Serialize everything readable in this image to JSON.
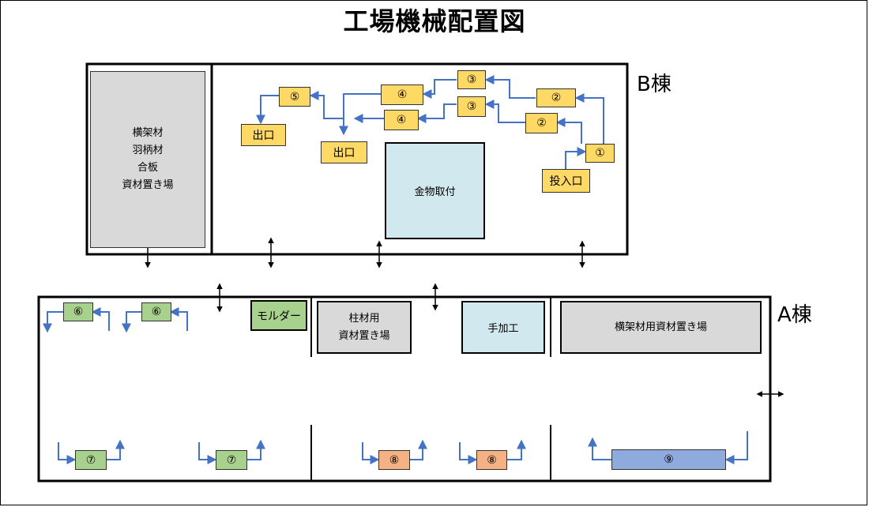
{
  "title": "工場機械配置図",
  "buildings": {
    "b": "B棟",
    "a": "A棟"
  },
  "areas": {
    "b_storage": "横架材\n羽柄材\n合板\n資材置き場",
    "b_metal": "金物取付",
    "a_molder": "モルダー",
    "a_pillar_storage": "柱材用\n資材置き場",
    "a_handwork": "手加工",
    "a_beam_storage": "横架材用資材置き場"
  },
  "b_labels": {
    "m1": "①",
    "m2a": "②",
    "m2b": "②",
    "m3a": "③",
    "m3b": "③",
    "m4a": "④",
    "m4b": "④",
    "m5": "⑤",
    "inlet": "投入口",
    "exit1": "出口",
    "exit2": "出口"
  },
  "a_labels": {
    "m6a": "⑥",
    "m6b": "⑥",
    "m7a": "⑦",
    "m7b": "⑦",
    "m8a": "⑧",
    "m8b": "⑧",
    "m9": "⑨"
  },
  "colors": {
    "machine_yellow": "#ffd966",
    "machine_green": "#a9d18e",
    "machine_orange": "#f4b183",
    "machine_blue": "#8faadc",
    "storage_grey": "#d9d9d9",
    "metal_lightblue": "#d0e8ee",
    "flow_arrow": "#4472c4"
  }
}
